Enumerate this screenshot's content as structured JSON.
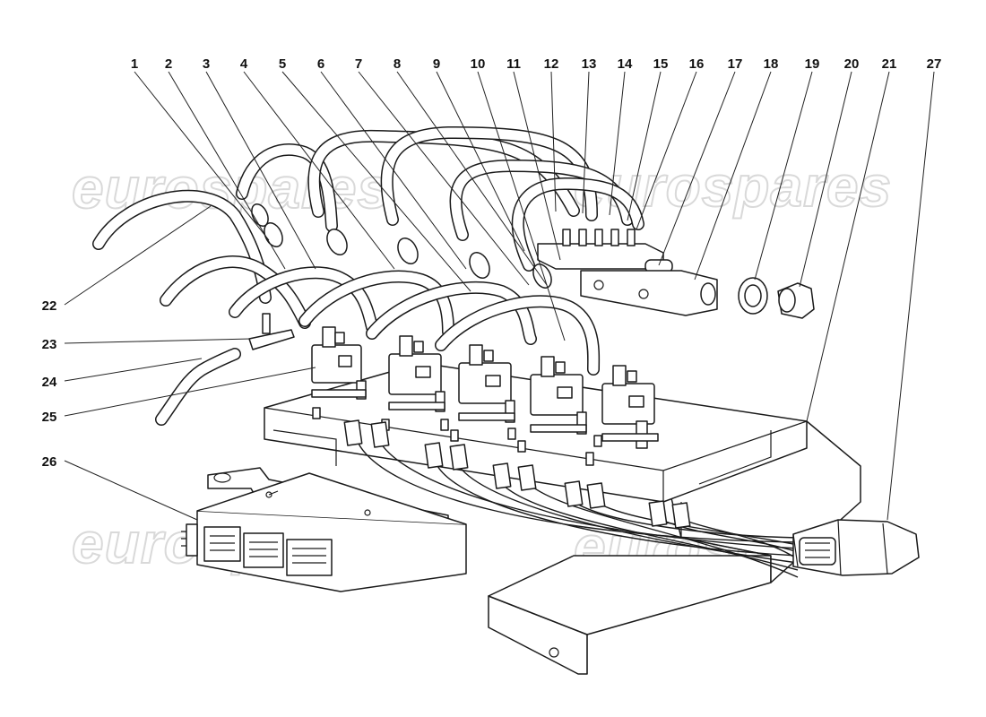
{
  "watermark": {
    "text": "eurospares"
  },
  "callouts": [
    {
      "id": "1",
      "label": "1"
    },
    {
      "id": "2",
      "label": "2"
    },
    {
      "id": "3",
      "label": "3"
    },
    {
      "id": "4",
      "label": "4"
    },
    {
      "id": "5",
      "label": "5"
    },
    {
      "id": "6",
      "label": "6"
    },
    {
      "id": "7",
      "label": "7"
    },
    {
      "id": "8",
      "label": "8"
    },
    {
      "id": "9",
      "label": "9"
    },
    {
      "id": "10",
      "label": "10"
    },
    {
      "id": "11",
      "label": "11"
    },
    {
      "id": "12",
      "label": "12"
    },
    {
      "id": "13",
      "label": "13"
    },
    {
      "id": "14",
      "label": "14"
    },
    {
      "id": "15",
      "label": "15"
    },
    {
      "id": "16",
      "label": "16"
    },
    {
      "id": "17",
      "label": "17"
    },
    {
      "id": "18",
      "label": "18"
    },
    {
      "id": "19",
      "label": "19"
    },
    {
      "id": "20",
      "label": "20"
    },
    {
      "id": "21",
      "label": "21"
    },
    {
      "id": "27",
      "label": "27"
    },
    {
      "id": "22",
      "label": "22"
    },
    {
      "id": "23",
      "label": "23"
    },
    {
      "id": "24",
      "label": "24"
    },
    {
      "id": "25",
      "label": "25"
    },
    {
      "id": "26",
      "label": "26"
    }
  ]
}
